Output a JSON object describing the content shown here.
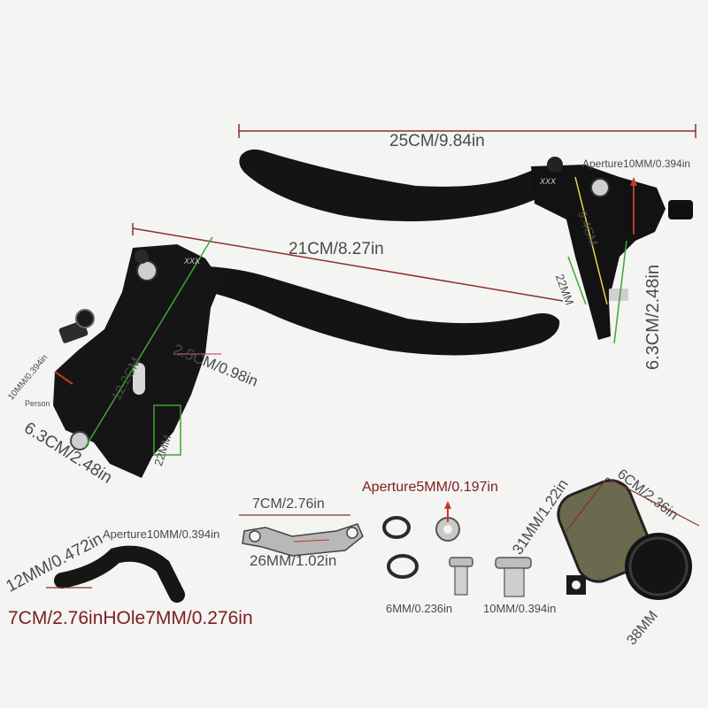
{
  "labels": {
    "top_lever_length": "25CM/9.84in",
    "top_aperture": "Aperture10MM/0.394in",
    "top_94": "9.4CM",
    "top_22mm": "22MM",
    "top_height": "6.3CM/2.48in",
    "mid_lever_length": "21CM/8.27in",
    "left_10mm": "10MM/0.394in",
    "left_person": "Person",
    "left_height": "6.3CM/2.48in",
    "left_12cm": "12.2CM",
    "left_25cm": "2.5CM/0.98in",
    "left_22mm": "22MM",
    "bracket_7cm": "7CM/2.76in",
    "bracket_aperture": "Aperture10MM/0.394in",
    "bracket_26mm": "26MM/1.02in",
    "clip_aperture": "Aperture5MM/0.197in",
    "hose_12mm": "12MM/0.472in",
    "hose_length_hole": "7CM/2.76inHOle7MM/0.276in",
    "screw_6mm": "6MM/0.236in",
    "screw_10mm": "10MM/0.394in",
    "reservoir_31mm": "31MM/1.22in",
    "reservoir_6cm": "6CM/2.36in",
    "reservoir_38mm": "38MM"
  },
  "colors": {
    "background": "#f4f4f2",
    "lever": "#121212",
    "dimension_line": "#8a2e2e",
    "guide_green": "#3fa535",
    "text": "#4a4a4a",
    "hose_label": "#7a1e1e",
    "reservoir_tint": "#6b6a4e"
  }
}
